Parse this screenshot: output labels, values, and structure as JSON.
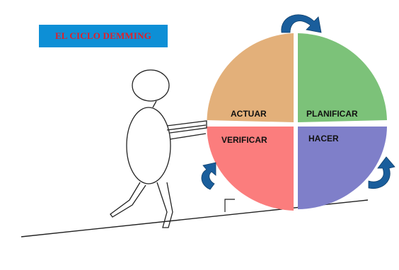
{
  "title": "EL CICLO DEMMING",
  "quadrants": {
    "actuar": {
      "label": "ACTUAR",
      "color": "#e3b07a"
    },
    "planificar": {
      "label": "PLANIFICAR",
      "color": "#7cc279"
    },
    "verificar": {
      "label": "VERIFICAR",
      "color": "#fb7d7d"
    },
    "hacer": {
      "label": "HACER",
      "color": "#7f7fc9"
    }
  },
  "arrow_color": "#1a5e9c",
  "title_bg": "#0d8fd6",
  "title_color": "#e0202a"
}
